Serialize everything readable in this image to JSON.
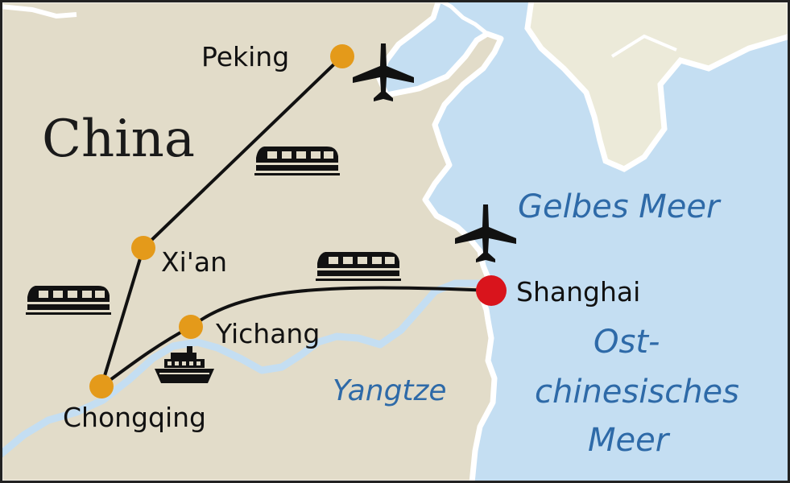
{
  "map": {
    "country": "China",
    "cities": {
      "peking": "Peking",
      "xian": "Xi'an",
      "chongqing": "Chongqing",
      "yichang": "Yichang",
      "shanghai": "Shanghai"
    },
    "waters": {
      "yellow_sea": "Gelbes Meer",
      "east_china_sea_line1": "Ost-",
      "east_china_sea_line2": "chinesisches",
      "east_china_sea_line3": "Meer",
      "river": "Yangtze"
    },
    "colors": {
      "land": "#e2dcc9",
      "land_neighbor": "#ecead9",
      "sea": "#c4def2",
      "river": "#c4def2",
      "coast": "#ffffff",
      "route": "#111111",
      "city_dot": "#e49a1a",
      "destination_dot": "#d9141c",
      "water_text": "#2e6aa8",
      "frame": "#222222"
    },
    "icons": [
      "airplane-icon",
      "train-icon",
      "ship-icon"
    ]
  }
}
